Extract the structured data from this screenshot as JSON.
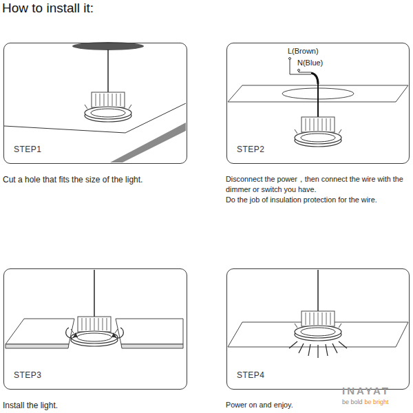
{
  "diagram": {
    "title": "How to install it:",
    "nodes": [
      {
        "text": [
          "STEP1",
          "Cut a hole that fits the size of the light."
        ]
      },
      {
        "text": [
          "STEP2",
          "Disconnect the power，then connect the wire with the dimmer or switch you have.",
          "Do the job of insulation protection for the wire."
        ]
      },
      {
        "text": [
          "STEP3",
          "Install the light."
        ]
      },
      {
        "text": [
          "STEP4",
          "Power on and enjoy."
        ]
      }
    ],
    "labels": [
      "L(Brown)",
      "N(Blue)",
      "INAYAT",
      "be bold",
      "be bright"
    ]
  }
}
